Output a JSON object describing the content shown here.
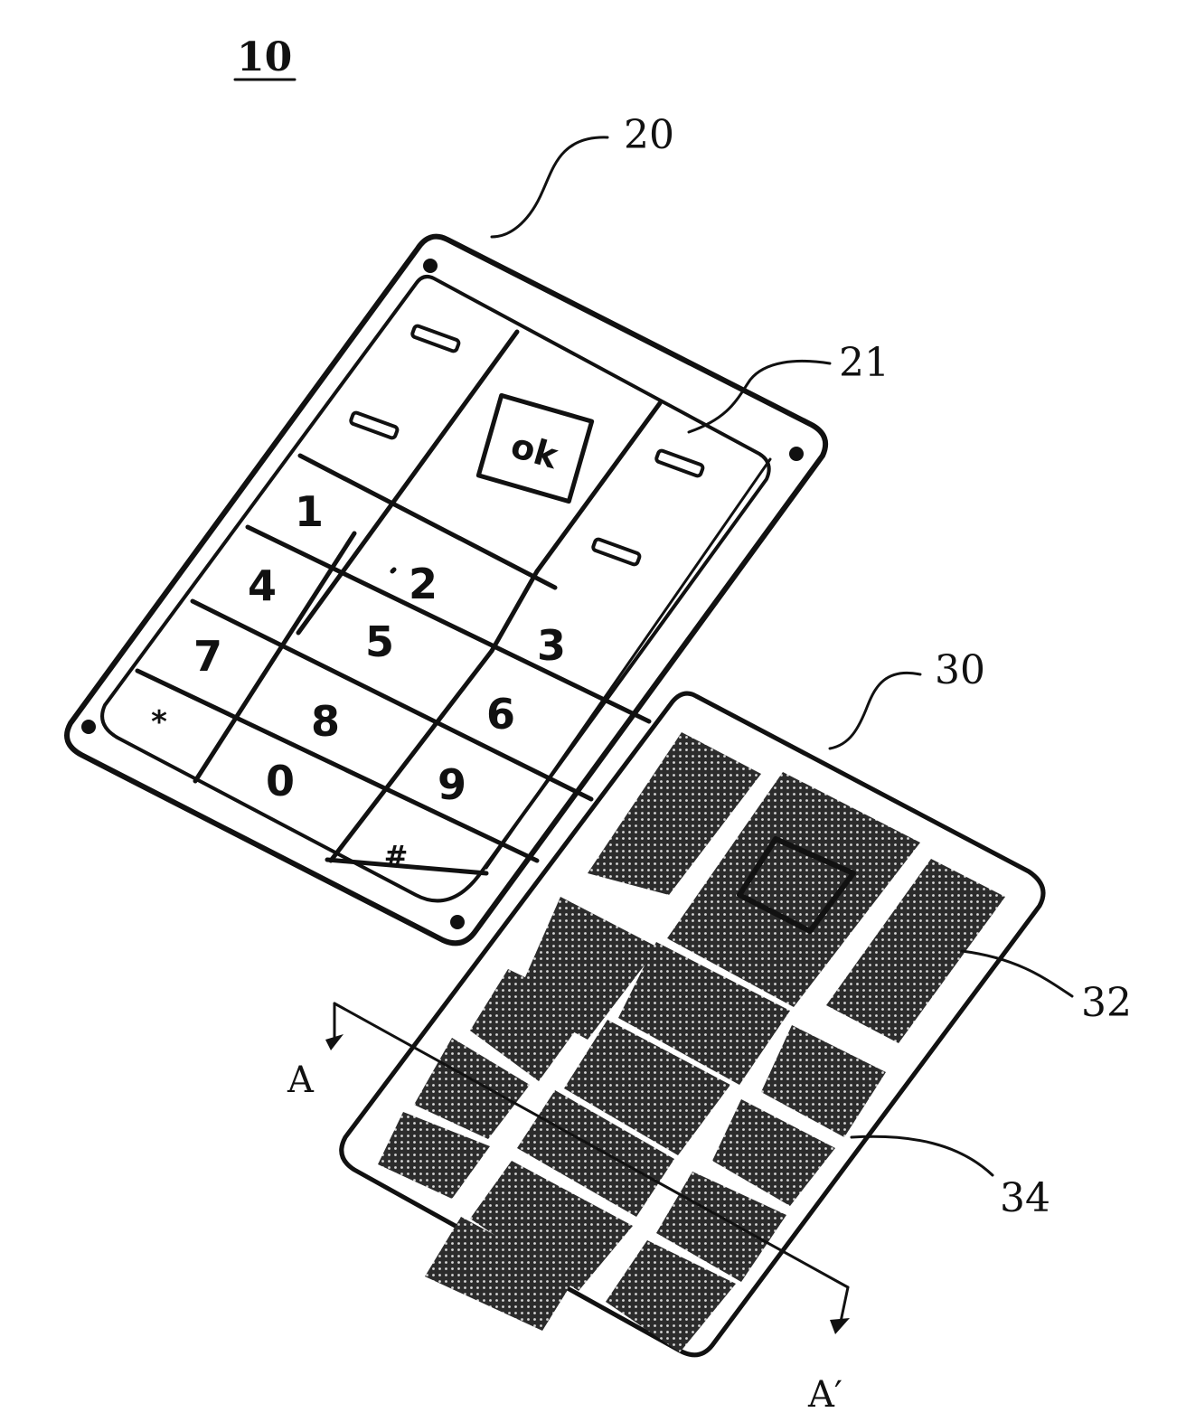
{
  "figure": {
    "number": "10"
  },
  "keypad": {
    "ref": "20",
    "button_ref": "21",
    "ok_label": "ok",
    "digits": [
      "1",
      "2",
      "3",
      "4",
      "5",
      "6",
      "7",
      "8",
      "9",
      "*",
      "0",
      "#"
    ]
  },
  "board": {
    "ref": "30",
    "pad_ref": "32",
    "gap_ref": "34"
  },
  "section": {
    "start_label": "A",
    "end_label": "A′"
  },
  "colors": {
    "ink": "#111111",
    "pad_fill": "#3a3a3a",
    "background": "#ffffff"
  }
}
